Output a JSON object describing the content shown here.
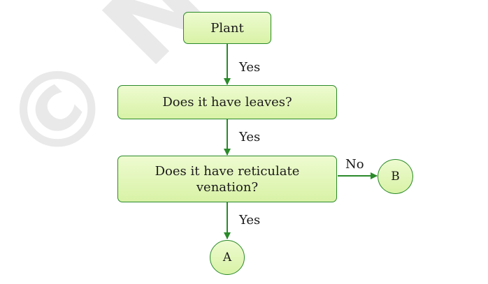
{
  "watermark": "© NCERT not to be republished",
  "nodes": {
    "plant": "Plant",
    "leaves": "Does it have leaves?",
    "venation": "Does it have reticulate venation?",
    "a": "A",
    "b": "B"
  },
  "edges": {
    "plant_to_leaves": "Yes",
    "leaves_to_venation": "Yes",
    "venation_to_a": "Yes",
    "venation_to_b": "No"
  },
  "colors": {
    "node_fill": "#d8f2a6",
    "node_border": "#2a8a2a",
    "arrow": "#2a8a2a"
  }
}
